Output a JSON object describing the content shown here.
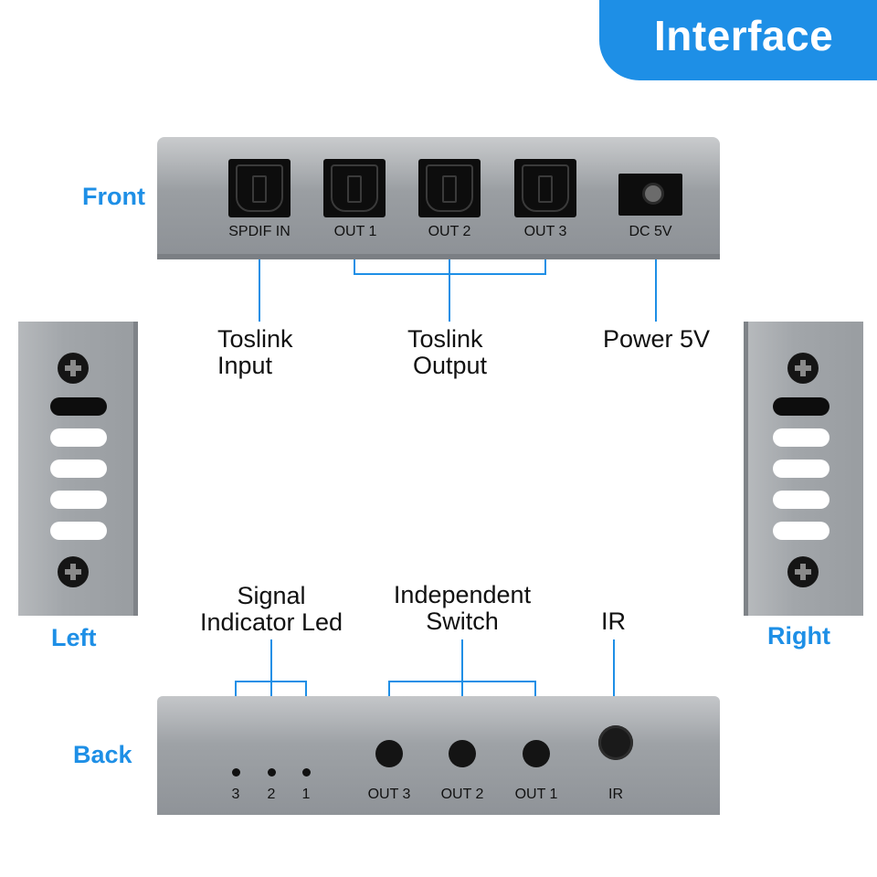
{
  "header": {
    "title": "Interface"
  },
  "sides": {
    "front": "Front",
    "left": "Left",
    "right": "Right",
    "back": "Back"
  },
  "front_ports": [
    "SPDIF IN",
    "OUT 1",
    "OUT 2",
    "OUT 3",
    "DC 5V"
  ],
  "front_callouts": {
    "input": [
      "Toslink",
      "Input"
    ],
    "output": [
      "Toslink",
      "Output"
    ],
    "power": "Power 5V"
  },
  "back_labels": {
    "leds": [
      "3",
      "2",
      "1"
    ],
    "switches": [
      "OUT 3",
      "OUT 2",
      "OUT 1"
    ],
    "ir": "IR"
  },
  "back_callouts": {
    "signal": [
      "Signal",
      "Indicator Led"
    ],
    "switch": [
      "Independent",
      "Switch"
    ],
    "ir": "IR"
  },
  "colors": {
    "accent": "#1e8fe6",
    "leader_line": "#1e8fe6",
    "panel": "#9a9ea2"
  }
}
